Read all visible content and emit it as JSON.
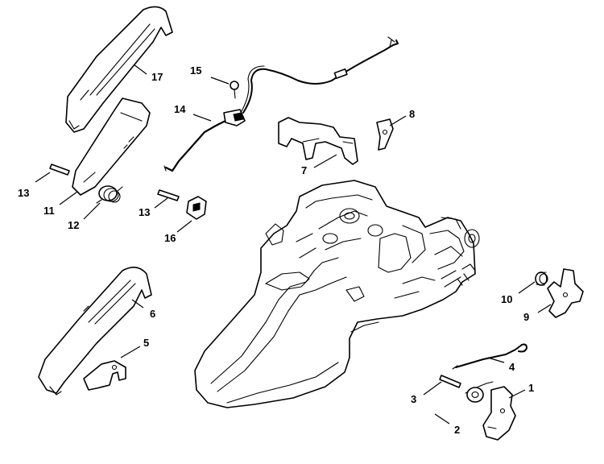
{
  "colors": {
    "line": "#000000",
    "background": "#ffffff"
  },
  "callouts": [
    {
      "id": "1",
      "label": "1"
    },
    {
      "id": "2",
      "label": "2"
    },
    {
      "id": "3",
      "label": "3"
    },
    {
      "id": "4",
      "label": "4"
    },
    {
      "id": "5",
      "label": "5"
    },
    {
      "id": "6",
      "label": "6"
    },
    {
      "id": "7",
      "label": "7"
    },
    {
      "id": "8",
      "label": "8"
    },
    {
      "id": "9",
      "label": "9"
    },
    {
      "id": "10",
      "label": "10"
    },
    {
      "id": "11",
      "label": "11"
    },
    {
      "id": "12",
      "label": "12"
    },
    {
      "id": "13a",
      "label": "13"
    },
    {
      "id": "13b",
      "label": "13"
    },
    {
      "id": "14",
      "label": "14"
    },
    {
      "id": "15",
      "label": "15"
    },
    {
      "id": "16",
      "label": "16"
    },
    {
      "id": "17",
      "label": "17"
    }
  ]
}
